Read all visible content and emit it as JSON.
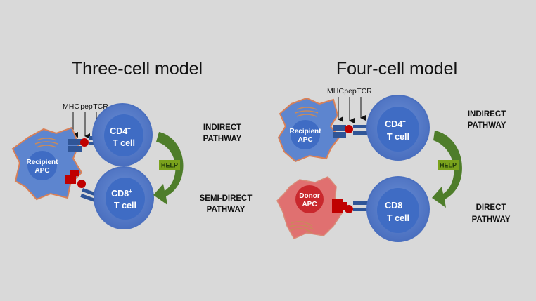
{
  "left_panel": {
    "title": "Three-cell model",
    "receptor_labels": [
      "MHC",
      "pep",
      "TCR"
    ],
    "recipient_apc": [
      "Recipient",
      "APC"
    ],
    "cd4_cell": [
      "CD4",
      "+",
      "T cell"
    ],
    "cd8_cell": [
      "CD8",
      "+",
      "T cell"
    ],
    "help": "HELP",
    "indirect_pathway": [
      "INDIRECT",
      "PATHWAY"
    ],
    "semi_direct_pathway": [
      "SEMI-DIRECT",
      "PATHWAY"
    ]
  },
  "right_panel": {
    "title": "Four-cell model",
    "receptor_labels": [
      "MHC",
      "pep",
      "TCR"
    ],
    "recipient_apc": [
      "Recipient",
      "APC"
    ],
    "donor_apc": [
      "Donor",
      "APC"
    ],
    "cd4_cell": [
      "CD4",
      "+",
      "T cell"
    ],
    "cd8_cell": [
      "CD8",
      "+",
      "T cell"
    ],
    "help": "HELP",
    "indirect_pathway": [
      "INDIRECT",
      "PATHWAY"
    ],
    "direct_pathway": [
      "DIRECT",
      "PATHWAY"
    ]
  },
  "colors": {
    "background": "#d9d9d9",
    "cell_outer": "#5b7fc9",
    "cell_inner": "#3f6cc4",
    "recipient_apc": "#5d85cf",
    "donor_apc": "#e07070",
    "donor_nucleus": "#c9282d",
    "mhc_blue": "#2f5597",
    "mhc_red": "#c00000",
    "arrow_green": "#4e7d2a",
    "help_box": "#7aa21c"
  }
}
